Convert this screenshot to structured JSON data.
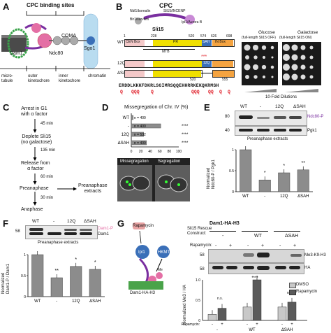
{
  "panels": {
    "A": {
      "letter": "A",
      "title": "CPC binding sites",
      "labels": [
        "Dam1",
        "Ndc80",
        "COMA",
        "Sgo1"
      ],
      "bottom": [
        "micro-\ntubule",
        "outer\nkinetochore",
        "inner\nkinetochore",
        "chromatin"
      ]
    },
    "B": {
      "letter": "B",
      "cpc_title": "CPC",
      "proteins": [
        "Nbl1/borealin",
        "Bir1/survivin",
        "Sli15/INCENP",
        "Ipl1/Aurora B",
        "Sli15"
      ],
      "positions": [
        "1",
        "228",
        "520",
        "574",
        "626",
        "698"
      ],
      "wt_label": "WT",
      "domains": [
        "CEN Box",
        "PR",
        "SAH",
        "IN Box",
        "MTB"
      ],
      "mutant_labels": [
        "12Q",
        "ΔSAH"
      ],
      "mutant_marks": [
        "12Q",
        "520",
        "555"
      ],
      "sequence": "ERDDLKKKFDKRLSGIMRSQQEHHRRKEKQKRMSH",
      "q_marks": [
        "Q",
        "QQQ",
        "Q",
        "QQQ",
        "QQ",
        "Q",
        "Q"
      ],
      "glucose_title": "Glucose",
      "glucose_sub": "(full-length Sli15 OFF)",
      "galactose_title": "Galactose",
      "galactose_sub": "(full-length Sli15 ON)",
      "off_label": "OFF",
      "on_label": "ON",
      "dilution_label": "10-Fold Dilutions"
    },
    "C": {
      "letter": "C",
      "steps": [
        "Arrest in G1\nwith α factor",
        "Deplete Sli15\n(no galactose)",
        "Release from\nα factor",
        "Preanaphase",
        "Anaphase"
      ],
      "times": [
        "45 min",
        "135 min",
        "60 min",
        "30 min"
      ],
      "side": "Preanaphase\nextracts"
    },
    "D": {
      "letter": "D",
      "title": "Missegregation of Chr. IV (%)",
      "rows": [
        "WT",
        "-",
        "12Q",
        "ΔSAH"
      ],
      "ns": [
        "n = 400",
        "n = 400",
        "n = 532",
        "n = 400"
      ],
      "stars": [
        "",
        "****",
        "****",
        "****"
      ],
      "axis": [
        "0",
        "20",
        "40",
        "60",
        "80",
        "100"
      ],
      "image_labels": [
        "Missegregation",
        "Segregation"
      ]
    },
    "E": {
      "letter": "E",
      "lanes": [
        "WT",
        "-",
        "12Q",
        "ΔSAH"
      ],
      "mw": [
        "80",
        "40"
      ],
      "labels": [
        "Ndc80-P",
        "Pgk1"
      ],
      "extract_label": "Preanaphase extracts",
      "ylabel": "Normalized\nNdc80-P / Pgk1",
      "axis": [
        "0",
        "0.5",
        "1"
      ],
      "stars": [
        "",
        "*",
        "*",
        "**"
      ]
    },
    "F": {
      "letter": "F",
      "lanes": [
        "WT",
        "-",
        "12Q",
        "ΔSAH"
      ],
      "mw": "58",
      "labels": [
        "Dam1-P",
        "Dam1"
      ],
      "extract_label": "Preanaphase extracts",
      "ylabel": "Normalized\nDam1-P / Dam1",
      "axis": [
        "0",
        "0.5",
        "1"
      ],
      "stars": [
        "",
        "**",
        "*",
        "*"
      ]
    },
    "G": {
      "letter": "G",
      "diagram_labels": [
        "Rapamycin",
        "Ipl1",
        "HKMT",
        "Me",
        "Dam1-HA-H3"
      ],
      "blot_title": "Dam1-HA-H3",
      "rescue_label": "Sli15 Rescue\nConstruct:",
      "rapa_label": "Rapamycin:",
      "groups": [
        "-",
        "WT",
        "ΔSAH"
      ],
      "signs": [
        "-",
        "+",
        "-",
        "+",
        "-",
        "+"
      ],
      "mw": [
        "58",
        "58"
      ],
      "blot_labels": [
        "Me3-K9-H3",
        "HA"
      ],
      "ylabel": "Normalized Me3 / HA",
      "axis": [
        "0",
        "0.5",
        "1.0"
      ],
      "legend": [
        "DMSO",
        "Rapamycin"
      ],
      "ns_label": "n.s.",
      "sig": "****"
    }
  },
  "chart_data": [
    {
      "type": "bar",
      "title": "Missegregation of Chr. IV (%)",
      "categories": [
        "WT",
        "-",
        "12Q",
        "ΔSAH"
      ],
      "values": [
        4,
        62,
        26,
        32
      ],
      "xlim": [
        0,
        100
      ]
    },
    {
      "type": "bar",
      "categories": [
        "WT",
        "-",
        "12Q",
        "ΔSAH"
      ],
      "values": [
        1.0,
        0.28,
        0.45,
        0.52
      ],
      "ylabel": "Normalized Ndc80-P / Pgk1",
      "ylim": [
        0,
        1
      ]
    },
    {
      "type": "bar",
      "categories": [
        "WT",
        "-",
        "12Q",
        "ΔSAH"
      ],
      "values": [
        1.0,
        0.45,
        0.72,
        0.65
      ],
      "ylabel": "Normalized Dam1-P / Dam1",
      "ylim": [
        0,
        1
      ]
    },
    {
      "type": "bar",
      "categories": [
        "-",
        "WT",
        "ΔSAH"
      ],
      "series": [
        {
          "name": "DMSO",
          "values": [
            0.15,
            0.33,
            0.33
          ]
        },
        {
          "name": "Rapamycin",
          "values": [
            0.3,
            1.0,
            0.45
          ]
        }
      ],
      "ylabel": "Normalized Me3 / HA",
      "ylim": [
        0,
        1.0
      ]
    }
  ],
  "colors": {
    "red": "#e0202a",
    "pink": "#e46fa5",
    "purple": "#7a2fa0",
    "yellow": "#f0e000",
    "orange": "#f4a340",
    "blue": "#3a6fb8",
    "lightblue": "#b9dcf0",
    "bar": "#8c8c8c",
    "bar_dark": "#5a5a5a"
  }
}
